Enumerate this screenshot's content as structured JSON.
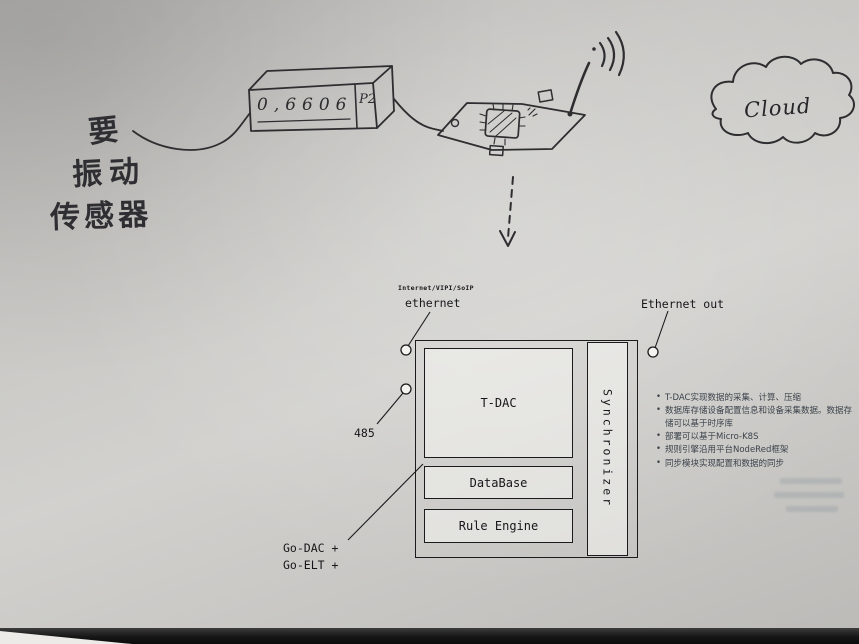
{
  "sketch": {
    "lines": [
      "要",
      "振动",
      "传感器"
    ],
    "device_display": "0,6606",
    "device_port": "P2",
    "cloud_label": "Cloud"
  },
  "diagram": {
    "ethernet_protocols": "Internet/VIPI/SoIP",
    "ethernet_label": "ethernet",
    "ethernet_out_label": "Ethernet out",
    "rs485_label": "485",
    "tdac_label": "T-DAC",
    "database_label": "DataBase",
    "rule_engine_label": "Rule Engine",
    "synchronizer_label": "Synchronizer",
    "godac_label": "Go-DAC +",
    "goelt_label": "Go-ELT +",
    "notes": [
      "T-DAC实现数据的采集、计算、压缩",
      "数据库存储设备配置信息和设备采集数据。数据存储可以基于时序库",
      "部署可以基于Micro-K8S",
      "规则引擎沿用平台NodeRed框架",
      "同步模块实现配置和数据的同步"
    ]
  }
}
